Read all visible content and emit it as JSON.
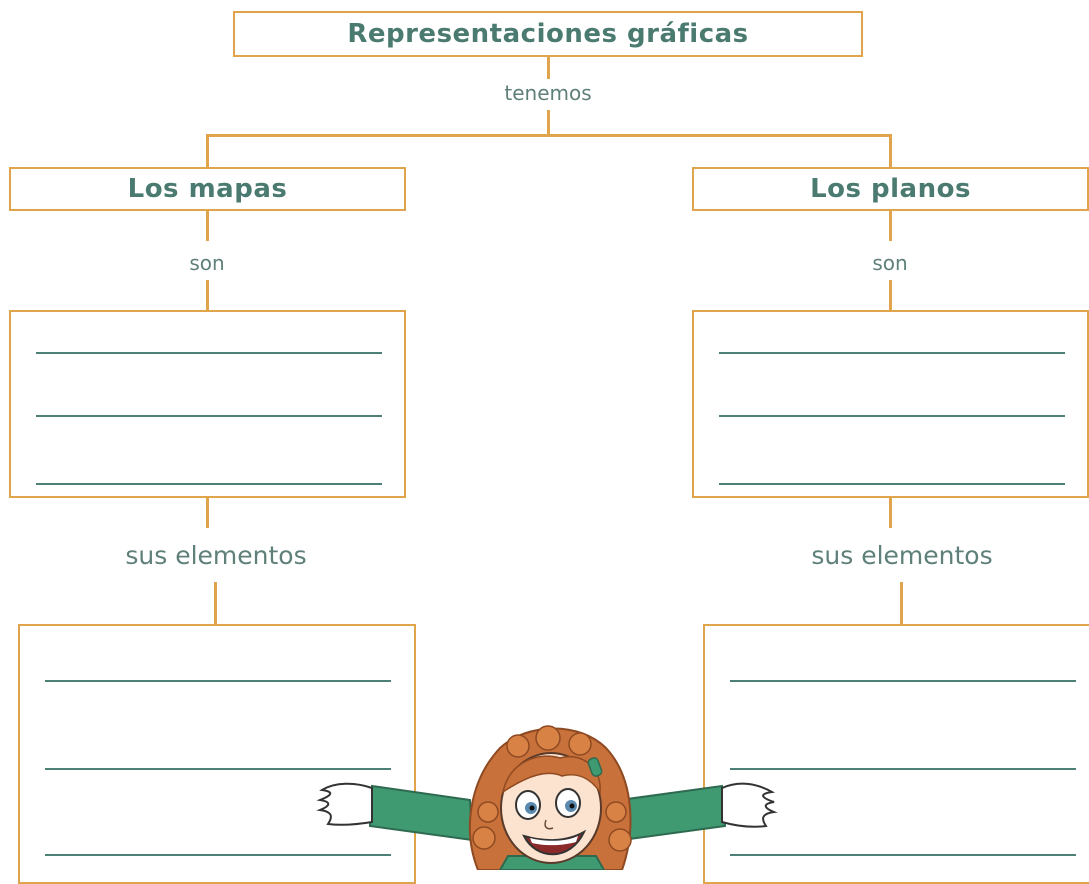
{
  "root": {
    "label": "Representaciones gráficas"
  },
  "connector_top": "tenemos",
  "left": {
    "title": "Los mapas",
    "connector1": "son",
    "connector2": "sus elementos"
  },
  "right": {
    "title": "Los planos",
    "connector1": "son",
    "connector2": "sus elementos"
  },
  "colors": {
    "border": "#e0a44c",
    "title_text": "#4a7a70",
    "connector_text": "#5f807a",
    "blank_line": "#4d8076"
  },
  "illustration": {
    "icon": "girl-cartoon-icon"
  }
}
